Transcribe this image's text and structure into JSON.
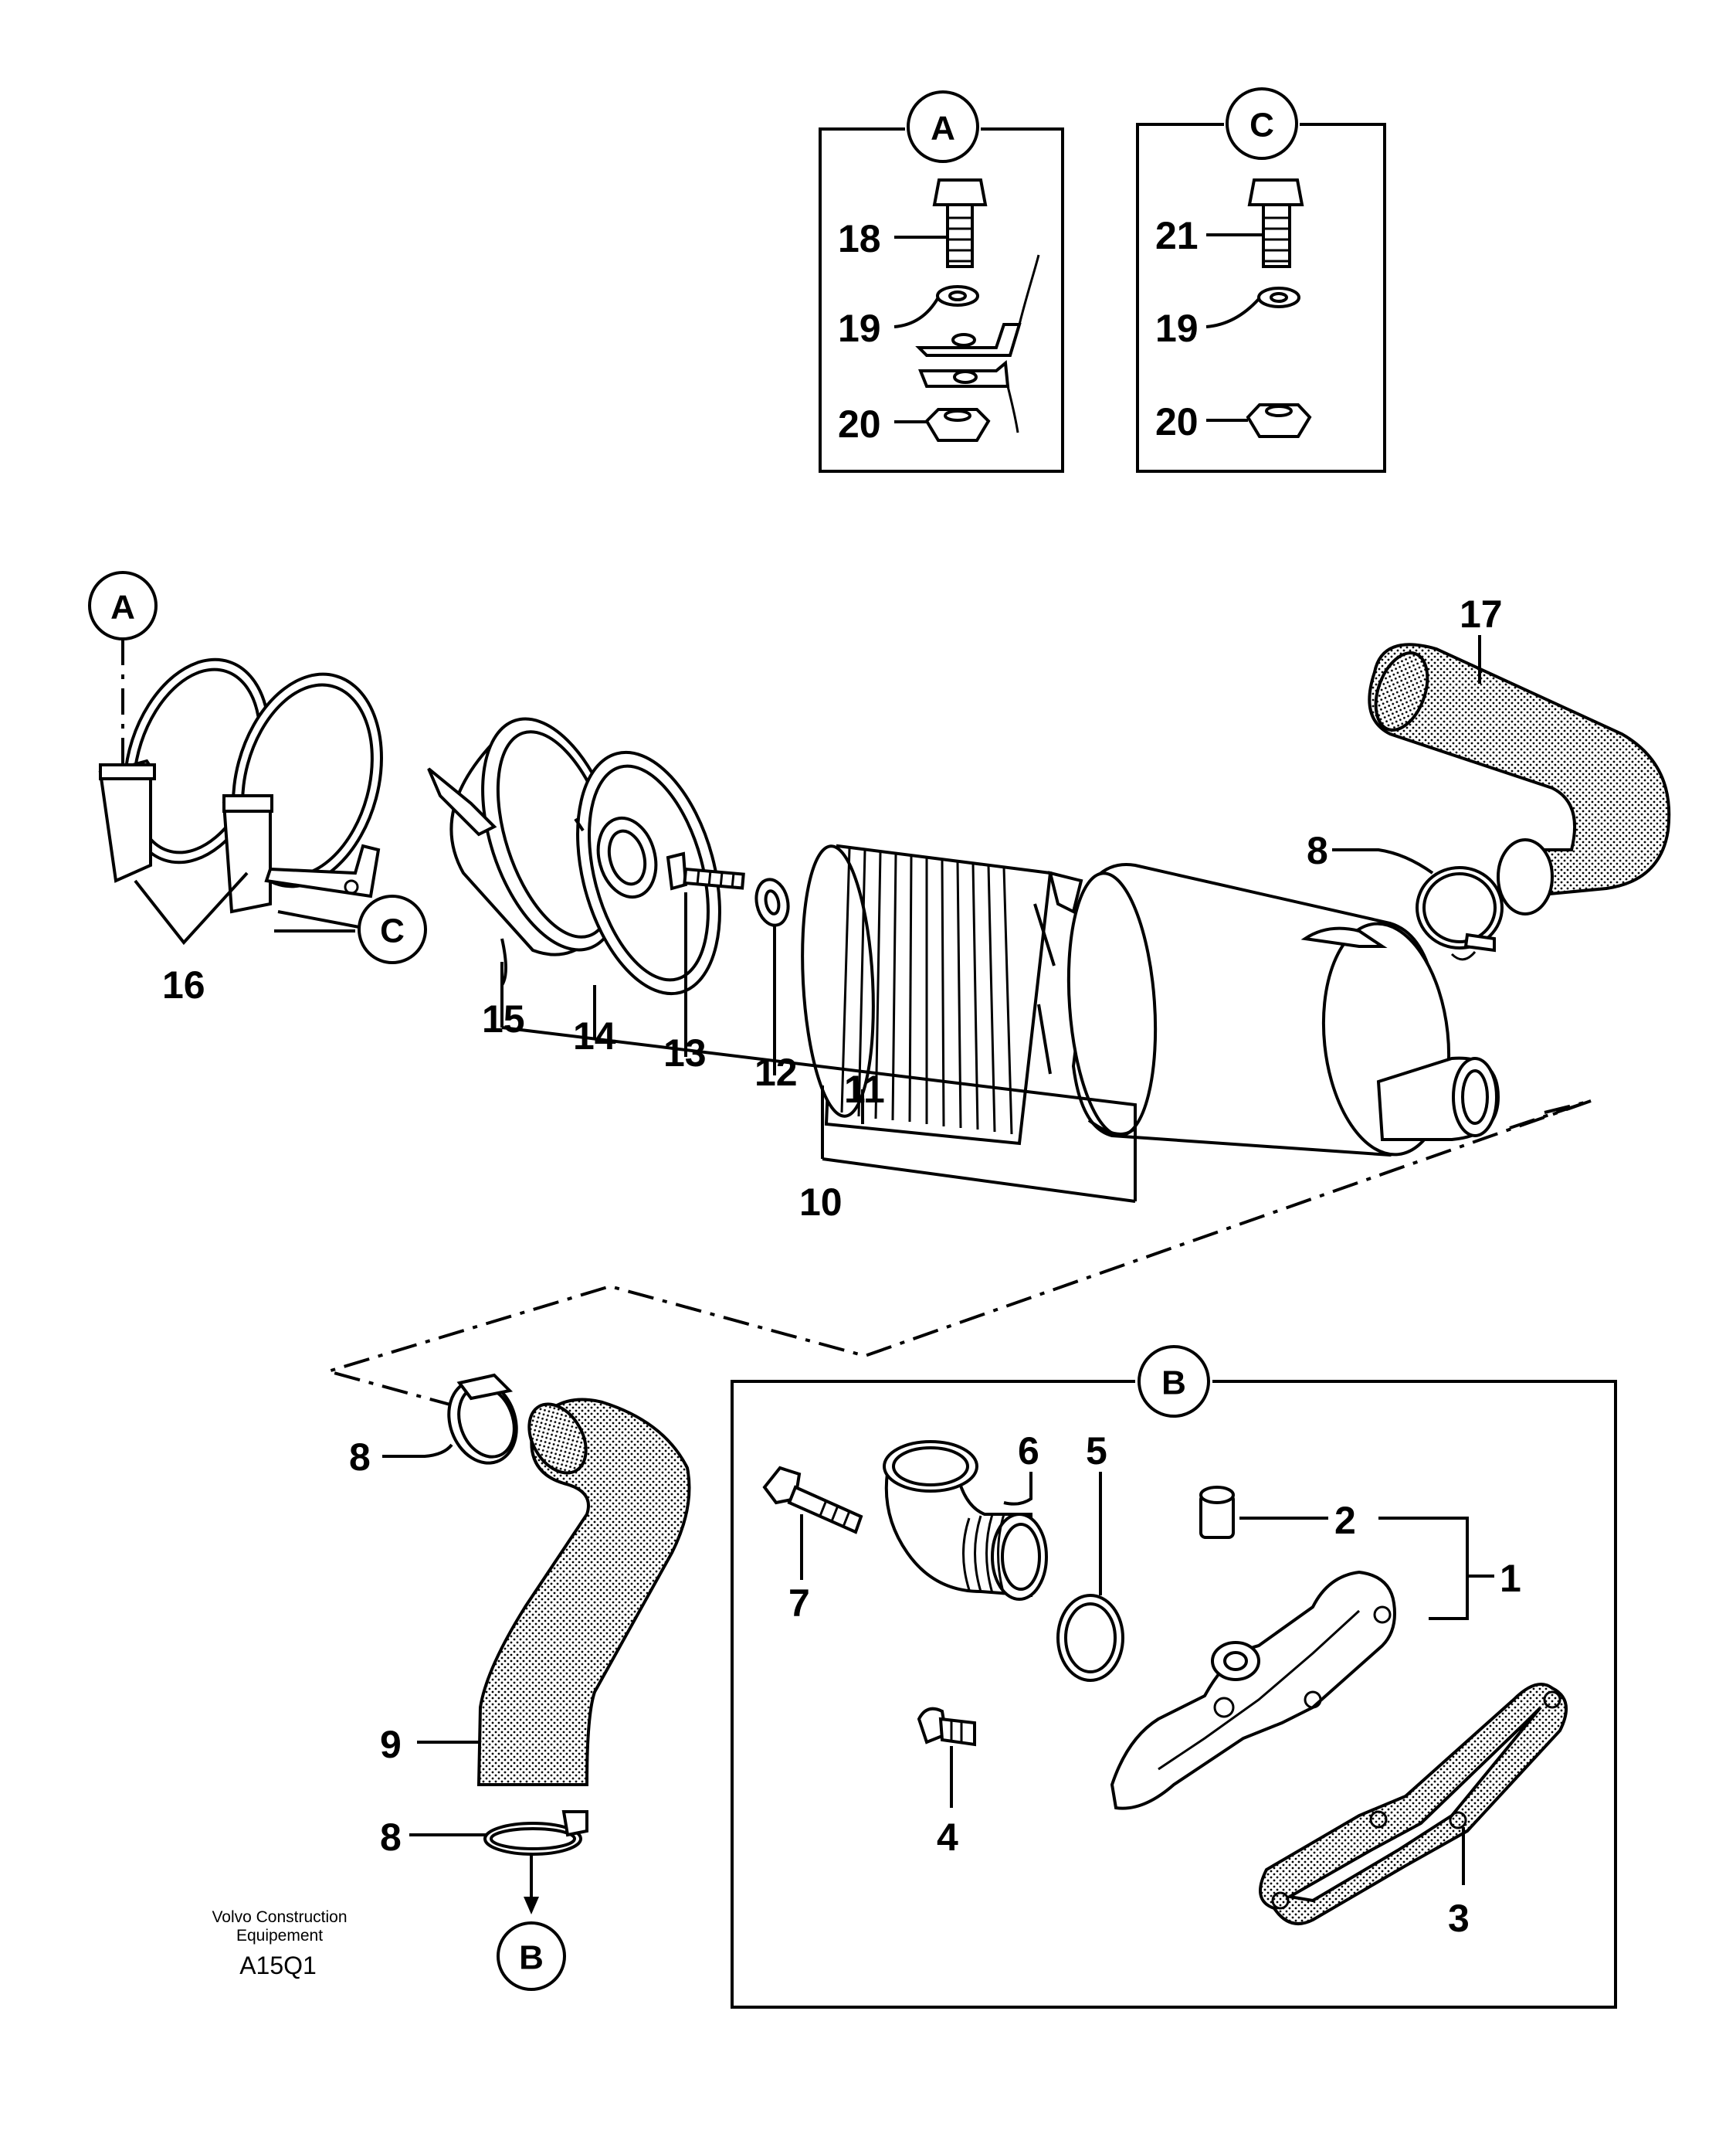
{
  "detail_boxes": [
    {
      "callout": "A",
      "items": [
        "18",
        "19",
        "20"
      ]
    },
    {
      "callout": "C",
      "items": [
        "21",
        "19",
        "20"
      ]
    },
    {
      "callout": "B",
      "items": [
        "1",
        "2",
        "3",
        "4",
        "5",
        "6",
        "7"
      ]
    }
  ],
  "callouts": {
    "a_box": "A",
    "c_box": "C",
    "a_clamp": "A",
    "c_clamp": "C",
    "b_box": "B",
    "b_hose": "B"
  },
  "labels": {
    "l18": "18",
    "l19a": "19",
    "l20a": "20",
    "l21": "21",
    "l19c": "19",
    "l20c": "20",
    "l16": "16",
    "l15": "15",
    "l14": "14",
    "l13": "13",
    "l12": "12",
    "l11": "11",
    "l10": "10",
    "l17": "17",
    "l8top": "8",
    "l8mid": "8",
    "l9": "9",
    "l8bot": "8",
    "l1": "1",
    "l2": "2",
    "l3": "3",
    "l4": "4",
    "l5": "5",
    "l6": "6",
    "l7": "7"
  },
  "credit": {
    "line1": "Volvo Construction",
    "line2": "Equipement",
    "code": "A15Q1"
  }
}
